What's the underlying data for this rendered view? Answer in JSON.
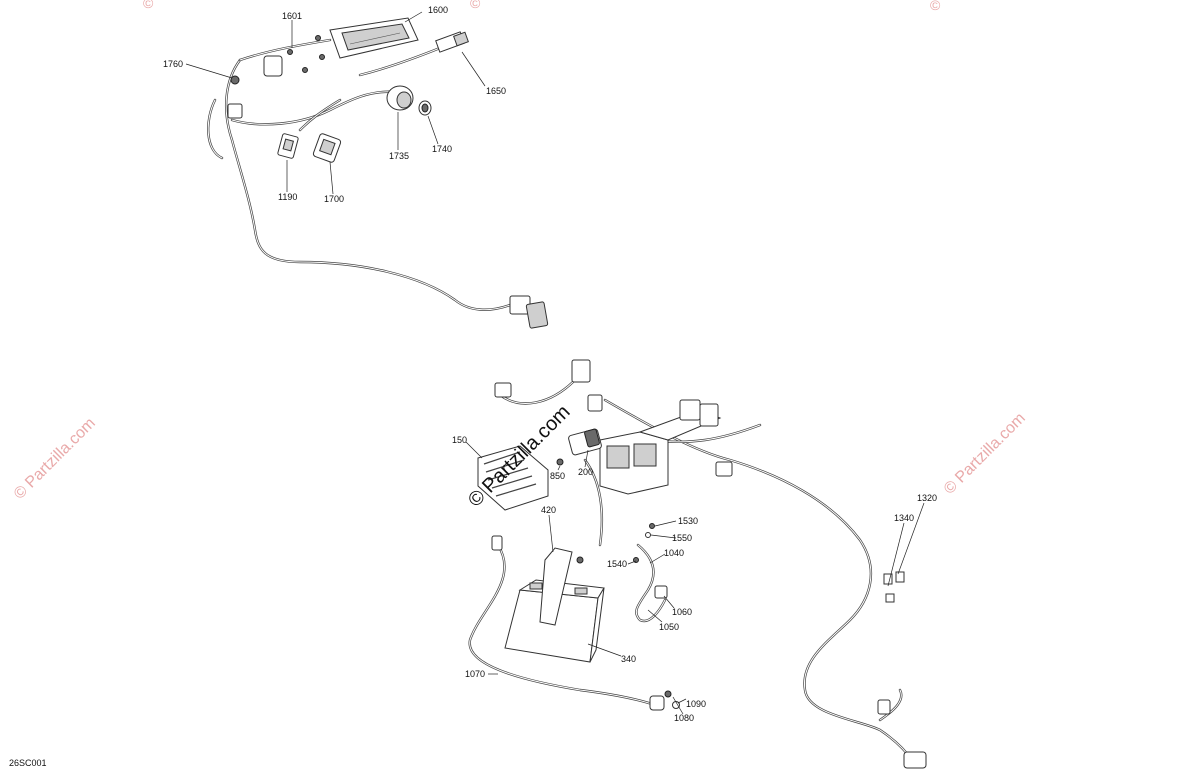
{
  "diagram_code": "26SC001",
  "watermark": "Partzilla.com",
  "watermark_symbol": "©",
  "callouts": [
    {
      "id": "1601",
      "label": "1601"
    },
    {
      "id": "1600",
      "label": "1600"
    },
    {
      "id": "1760",
      "label": "1760"
    },
    {
      "id": "1650",
      "label": "1650"
    },
    {
      "id": "1735",
      "label": "1735"
    },
    {
      "id": "1740",
      "label": "1740"
    },
    {
      "id": "1190",
      "label": "1190"
    },
    {
      "id": "1700",
      "label": "1700"
    },
    {
      "id": "150",
      "label": "150"
    },
    {
      "id": "200",
      "label": "200"
    },
    {
      "id": "850",
      "label": "850"
    },
    {
      "id": "420",
      "label": "420"
    },
    {
      "id": "1530",
      "label": "1530"
    },
    {
      "id": "1550",
      "label": "1550"
    },
    {
      "id": "1040",
      "label": "1040"
    },
    {
      "id": "1540",
      "label": "1540"
    },
    {
      "id": "1060",
      "label": "1060"
    },
    {
      "id": "1050",
      "label": "1050"
    },
    {
      "id": "340",
      "label": "340"
    },
    {
      "id": "1070",
      "label": "1070"
    },
    {
      "id": "1090",
      "label": "1090"
    },
    {
      "id": "1080",
      "label": "1080"
    },
    {
      "id": "1320",
      "label": "1320"
    },
    {
      "id": "1340",
      "label": "1340"
    }
  ],
  "colors": {
    "line": "#333333",
    "watermark": "#e9a9a9",
    "background": "#ffffff"
  }
}
